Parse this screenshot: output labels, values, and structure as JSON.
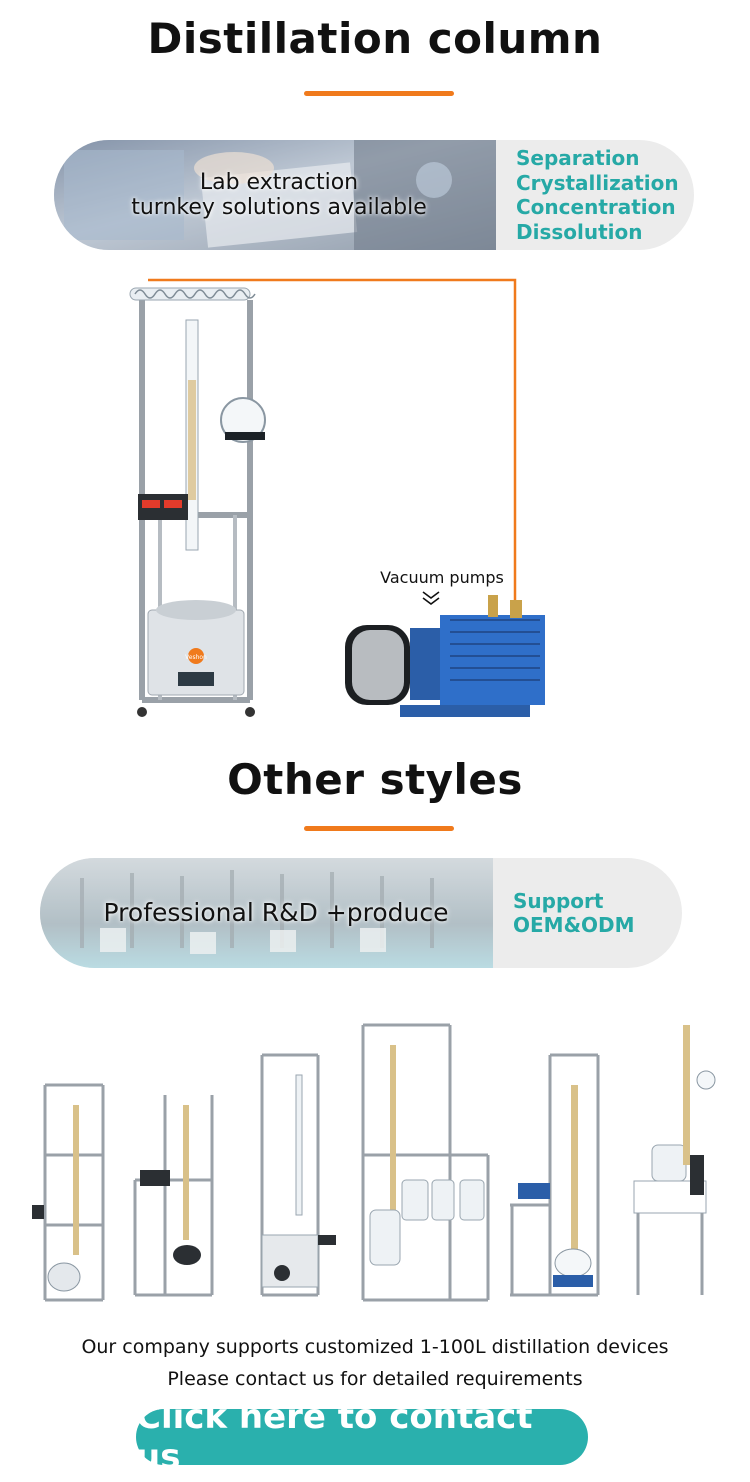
{
  "section1": {
    "title": "Distillation column",
    "banner_text_line1": "Lab extraction",
    "banner_text_line2": "turnkey solutions available",
    "tags": [
      "Separation",
      "Crystallization",
      "Concentration",
      "Dissolution"
    ]
  },
  "product": {
    "pump_label": "Vacuum pumps",
    "brand_plate": "Veshon"
  },
  "section2": {
    "title": "Other styles",
    "banner_text": "Professional R&D +produce",
    "tags": [
      "Support",
      "OEM&ODM"
    ]
  },
  "footer": {
    "line1": "Our company supports customized 1-100L distillation devices",
    "line2": "Please contact us for detailed requirements",
    "cta_label": "Click here to contact us"
  },
  "colors": {
    "accent_orange": "#f07a1c",
    "teal": "#2ab0ad",
    "tag_teal": "#26a9a6"
  }
}
